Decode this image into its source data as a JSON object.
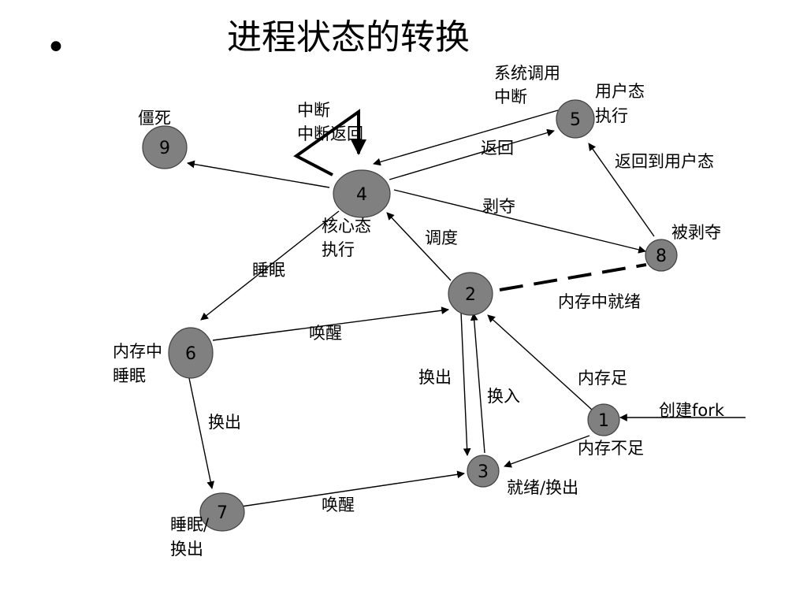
{
  "slide": {
    "bullet": "•",
    "title": "进程状态的转换"
  },
  "colors": {
    "node_fill": "#808080",
    "node_stroke": "#404040",
    "line": "#000000",
    "background": "#ffffff"
  },
  "nodes": {
    "n1": "1",
    "n2": "2",
    "n3": "3",
    "n4": "4",
    "n5": "5",
    "n6": "6",
    "n7": "7",
    "n8": "8",
    "n9": "9"
  },
  "labels": {
    "zombie": "僵死",
    "interrupt": "中断",
    "interrupt_return": "中断返回",
    "syscall_line1": "系统调用",
    "syscall_line2": "中断",
    "user_state_line1": "用户态",
    "user_state_line2": "执行",
    "return": "返回",
    "return_to_user": "返回到用户态",
    "preempt": "剥夺",
    "preempted": "被剥夺",
    "kernel_line1": "核心态",
    "kernel_line2": "执行",
    "schedule": "调度",
    "sleep": "睡眠",
    "ready_in_memory": "内存中就绪",
    "wakeup_upper": "唤醒",
    "sleep_in_memory_line1": "内存中",
    "sleep_in_memory_line2": "睡眠",
    "swap_out_mid": "换出",
    "swap_in": "换入",
    "enough_memory": "内存足",
    "create_prefix": "创建",
    "create_fork": "fork",
    "not_enough_memory": "内存不足",
    "swap_out_left": "换出",
    "ready_swapped": "就绪/换出",
    "wakeup_lower": "唤醒",
    "sleep_swapped_line1": "睡眠/",
    "sleep_swapped_line2": "换出"
  }
}
